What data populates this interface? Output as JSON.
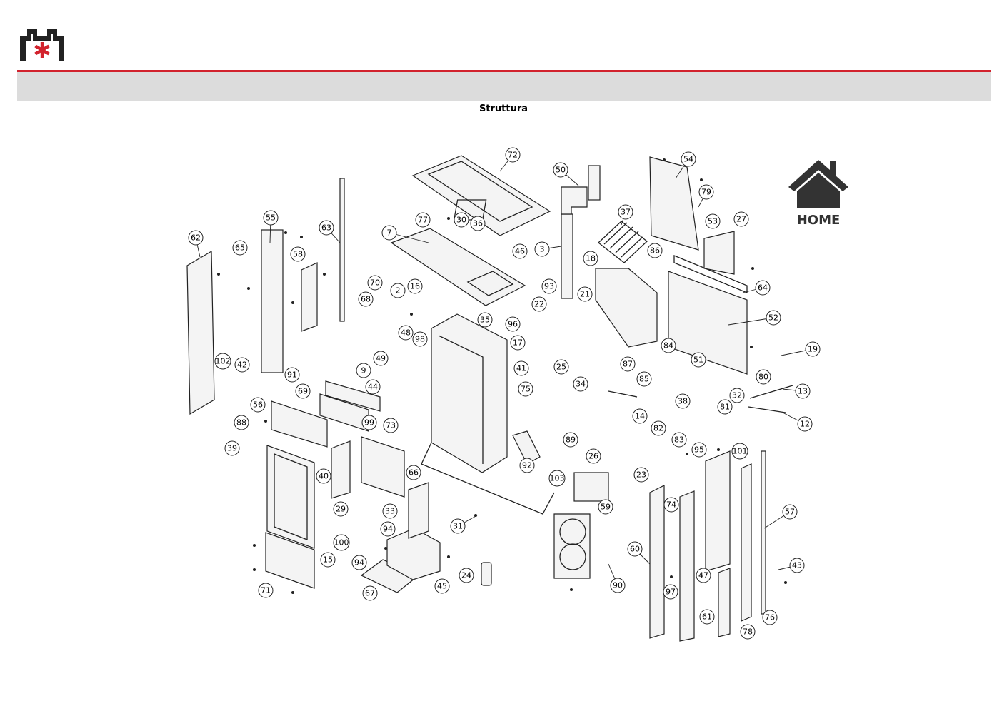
{
  "header": {
    "title": "Struttura",
    "home_label": "HOME",
    "brand_color": "#d2222d",
    "bar_color": "#dcdcdc"
  },
  "diagram": {
    "callouts": [
      {
        "id": "72"
      },
      {
        "id": "50"
      },
      {
        "id": "54"
      },
      {
        "id": "79"
      },
      {
        "id": "77"
      },
      {
        "id": "30"
      },
      {
        "id": "36"
      },
      {
        "id": "37"
      },
      {
        "id": "53"
      },
      {
        "id": "27"
      },
      {
        "id": "55"
      },
      {
        "id": "63"
      },
      {
        "id": "7"
      },
      {
        "id": "46"
      },
      {
        "id": "3"
      },
      {
        "id": "62"
      },
      {
        "id": "65"
      },
      {
        "id": "58"
      },
      {
        "id": "86"
      },
      {
        "id": "18"
      },
      {
        "id": "70"
      },
      {
        "id": "2"
      },
      {
        "id": "16"
      },
      {
        "id": "93"
      },
      {
        "id": "64"
      },
      {
        "id": "68"
      },
      {
        "id": "21"
      },
      {
        "id": "22"
      },
      {
        "id": "35"
      },
      {
        "id": "52"
      },
      {
        "id": "96"
      },
      {
        "id": "48"
      },
      {
        "id": "98"
      },
      {
        "id": "17"
      },
      {
        "id": "84"
      },
      {
        "id": "19"
      },
      {
        "id": "102"
      },
      {
        "id": "42"
      },
      {
        "id": "49"
      },
      {
        "id": "9"
      },
      {
        "id": "91"
      },
      {
        "id": "51"
      },
      {
        "id": "41"
      },
      {
        "id": "25"
      },
      {
        "id": "87"
      },
      {
        "id": "80"
      },
      {
        "id": "44"
      },
      {
        "id": "75"
      },
      {
        "id": "34"
      },
      {
        "id": "85"
      },
      {
        "id": "32"
      },
      {
        "id": "13"
      },
      {
        "id": "69"
      },
      {
        "id": "38"
      },
      {
        "id": "81"
      },
      {
        "id": "56"
      },
      {
        "id": "14"
      },
      {
        "id": "99"
      },
      {
        "id": "88"
      },
      {
        "id": "73"
      },
      {
        "id": "82"
      },
      {
        "id": "12"
      },
      {
        "id": "39"
      },
      {
        "id": "89"
      },
      {
        "id": "83"
      },
      {
        "id": "95"
      },
      {
        "id": "101"
      },
      {
        "id": "26"
      },
      {
        "id": "92"
      },
      {
        "id": "40"
      },
      {
        "id": "66"
      },
      {
        "id": "103"
      },
      {
        "id": "23"
      },
      {
        "id": "74"
      },
      {
        "id": "59"
      },
      {
        "id": "29"
      },
      {
        "id": "33"
      },
      {
        "id": "57"
      },
      {
        "id": "31"
      },
      {
        "id": "94"
      },
      {
        "id": "100"
      },
      {
        "id": "60"
      },
      {
        "id": "15"
      },
      {
        "id": "43"
      },
      {
        "id": "94"
      },
      {
        "id": "47"
      },
      {
        "id": "24"
      },
      {
        "id": "45"
      },
      {
        "id": "90"
      },
      {
        "id": "71"
      },
      {
        "id": "67"
      },
      {
        "id": "97"
      },
      {
        "id": "61"
      },
      {
        "id": "76"
      },
      {
        "id": "78"
      }
    ]
  }
}
